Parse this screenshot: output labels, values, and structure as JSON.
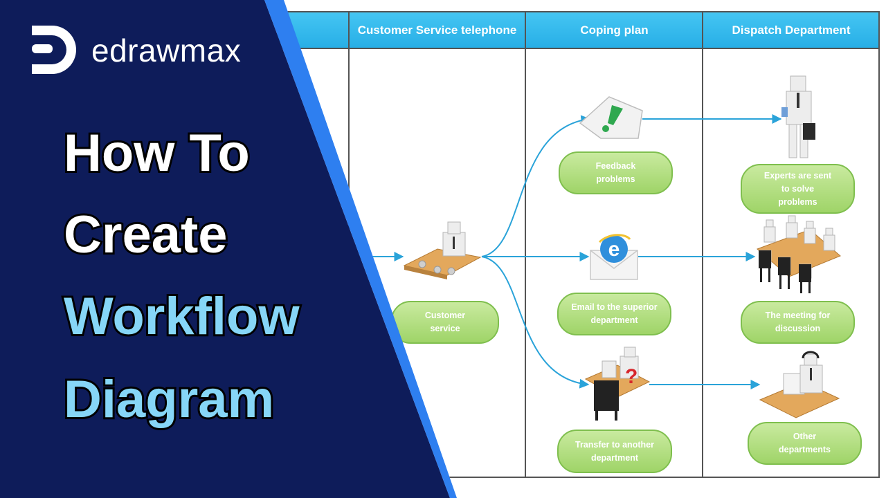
{
  "brand": {
    "name": "edrawmax"
  },
  "headline": {
    "line1": "How To",
    "line2": "Create",
    "line3": "Workflow",
    "line4": "Diagram"
  },
  "lanes": [
    {
      "title": ""
    },
    {
      "title": "Customer Service telephone"
    },
    {
      "title": "Coping plan"
    },
    {
      "title": "Dispatch Department"
    }
  ],
  "nodes": {
    "customer_service": [
      "Customer",
      "service"
    ],
    "feedback_problems": [
      "Feedback",
      "problems"
    ],
    "email_superior": [
      "Email to the superior",
      "department"
    ],
    "transfer_department": [
      "Transfer to another",
      "department"
    ],
    "experts_sent": [
      "Experts are sent",
      "to solve",
      "problems"
    ],
    "meeting_discussion": [
      "The meeting for",
      "discussion"
    ],
    "other_departments": [
      "Other",
      "departments"
    ]
  },
  "colors": {
    "banner": "#0e1c5a",
    "banner_stripe": "#2e7ff0",
    "lane_header": "#2db2e8",
    "node_fill": "#a9d974",
    "node_border": "#7fbf4e",
    "connector": "#2aa3d9",
    "headline_blue": "#86d6f7"
  },
  "icons": {
    "logo": "edrawmax-logo-icon",
    "feedback": "document-exclamation-icon",
    "email": "envelope-internet-icon",
    "transfer": "question-desk-icon",
    "customer": "person-at-desk-icon",
    "experts": "businessman-briefcase-icon",
    "meeting": "meeting-table-icon",
    "other": "headset-operator-icon"
  }
}
